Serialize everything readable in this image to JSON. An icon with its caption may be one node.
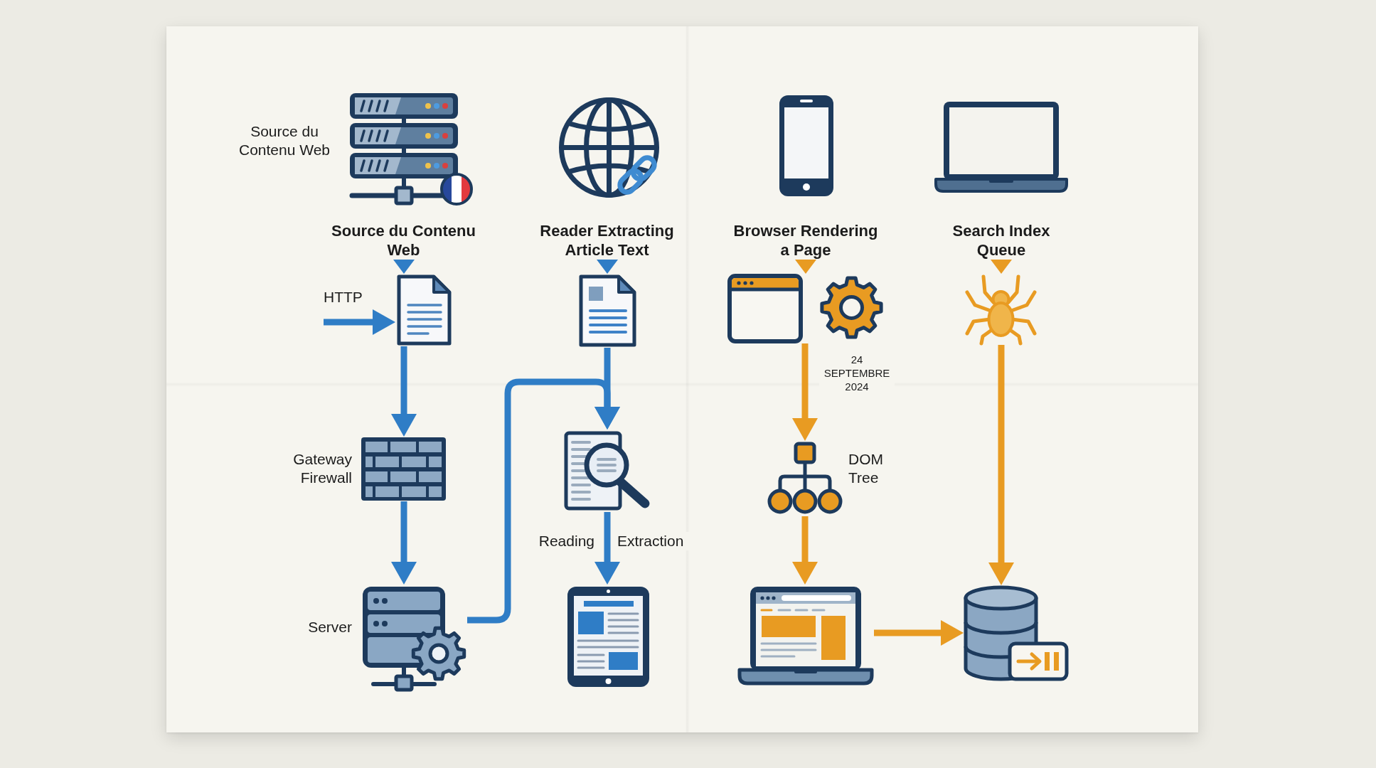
{
  "diagram": {
    "nodes": [
      {
        "text": [
          "Source du Contenu Web"
        ],
        "beside": [
          "Source du Contenu Web"
        ]
      },
      {
        "text": [],
        "shape": "picture"
      },
      {
        "text": [
          "Gateway Firewall"
        ]
      },
      {
        "text": [
          "Server"
        ]
      },
      {
        "text": [
          "Reader Extracting Article Text"
        ]
      },
      {
        "text": [],
        "shape": "picture"
      },
      {
        "text": [],
        "shape": "picture"
      },
      {
        "text": [],
        "shape": "picture"
      },
      {
        "text": [
          "Browser Rendering a Page"
        ]
      },
      {
        "text": [],
        "shape": "picture"
      },
      {
        "text": [
          "DOM Tree"
        ]
      },
      {
        "text": [],
        "shape": "picture"
      },
      {
        "text": [
          "Search Index Queue"
        ]
      },
      {
        "text": [],
        "shape": "picture"
      },
      {
        "text": [],
        "shape": "picture"
      }
    ],
    "edges": [
      {
        "from": 0,
        "to": 1,
        "arrow": "to"
      },
      {
        "from": null,
        "to": 1,
        "arrow": "to",
        "label": "HTTP"
      },
      {
        "from": 1,
        "to": 2,
        "arrow": "to"
      },
      {
        "from": 2,
        "to": 3,
        "arrow": "to"
      },
      {
        "from": 3,
        "to": 6,
        "arrow": "to"
      },
      {
        "from": 4,
        "to": 5,
        "arrow": "to"
      },
      {
        "from": 5,
        "to": 6,
        "arrow": "to"
      },
      {
        "from": 6,
        "to": 7,
        "arrow": "to"
      },
      {
        "from": 8,
        "to": 9,
        "arrow": "to",
        "color": "#e89b22"
      },
      {
        "from": 9,
        "to": 10,
        "arrow": "to",
        "label": "24 SEPTEMBRE 2024",
        "color": "#e89b22"
      },
      {
        "from": 10,
        "to": 11,
        "arrow": "to",
        "color": "#e89b22"
      },
      {
        "from": 11,
        "to": 14,
        "arrow": "to",
        "color": "#e89b22"
      },
      {
        "from": 12,
        "to": 13,
        "arrow": "to",
        "color": "#e89b22"
      },
      {
        "from": 13,
        "to": 14,
        "arrow": "to",
        "color": "#e89b22"
      }
    ],
    "labels": [
      "Reading",
      "Extraction"
    ]
  }
}
